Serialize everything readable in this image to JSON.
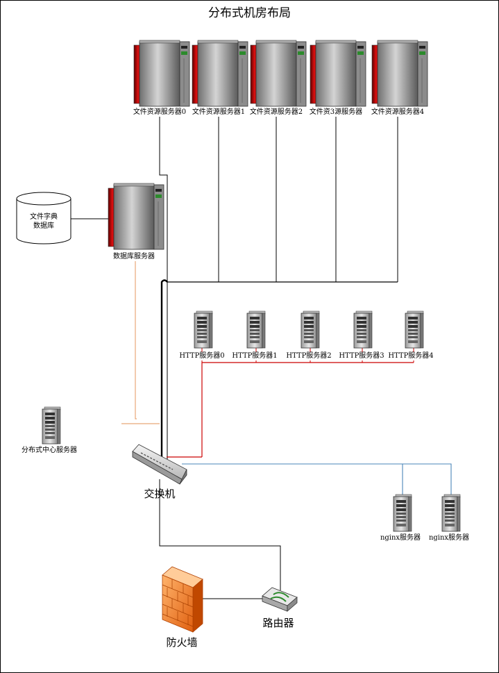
{
  "title": "分布式机房布局",
  "file_servers": [
    {
      "label": "文件资源服务器0"
    },
    {
      "label": "文件资源服务器1"
    },
    {
      "label": "文件资源服务器2"
    },
    {
      "label": "文件资3源服务器"
    },
    {
      "label": "文件资源服务器4"
    }
  ],
  "database": {
    "label_line1": "文件字典",
    "label_line2": "数据库",
    "server_label": "数据库服务器"
  },
  "http_servers": [
    {
      "label": "HTTP服务器0"
    },
    {
      "label": "HTTP服务器1"
    },
    {
      "label": "HTTP服务器2"
    },
    {
      "label": "HTTP服务器3"
    },
    {
      "label": "HTTP服务器4"
    }
  ],
  "center_server": {
    "label": "分布式中心服务器"
  },
  "switch": {
    "label": "交换机"
  },
  "nginx_servers": [
    {
      "label": "nginx服务器"
    },
    {
      "label": "nginx服务器"
    }
  ],
  "firewall": {
    "label": "防火墙"
  },
  "router": {
    "label": "路由器"
  },
  "colors": {
    "line_black": "#000000",
    "line_http": "#cc0000",
    "line_center": "#e8a878",
    "line_nginx": "#4a86b8",
    "server_red": "#c00000"
  }
}
